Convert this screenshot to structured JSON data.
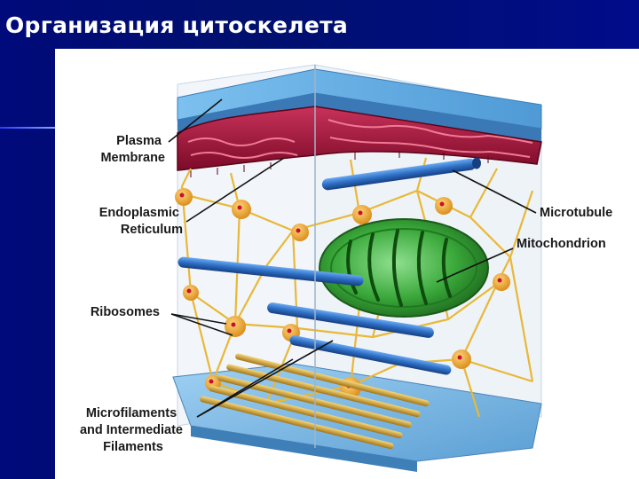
{
  "slide": {
    "title": "Организация цитоскелета"
  },
  "diagram": {
    "labels": {
      "plasma_membrane": [
        "Plasma",
        "Membrane"
      ],
      "endoplasmic_reticulum": [
        "Endoplasmic",
        "Reticulum"
      ],
      "ribosomes": [
        "Ribosomes"
      ],
      "microfilaments": [
        "Microfilaments",
        "and Intermediate",
        "Filaments"
      ],
      "microtubule": [
        "Microtubule"
      ],
      "mitochondrion": [
        "Mitochondrion"
      ]
    }
  },
  "colors": {
    "background": "#000c80",
    "panel": "#ffffff",
    "membrane_top": "#6fb3e6",
    "reticulum": "#a3153a",
    "microtubule": "#2c6ec4",
    "mitochondrion": "#3aa83a",
    "filament": "#e8b838",
    "ribosome": "#c8102e"
  }
}
